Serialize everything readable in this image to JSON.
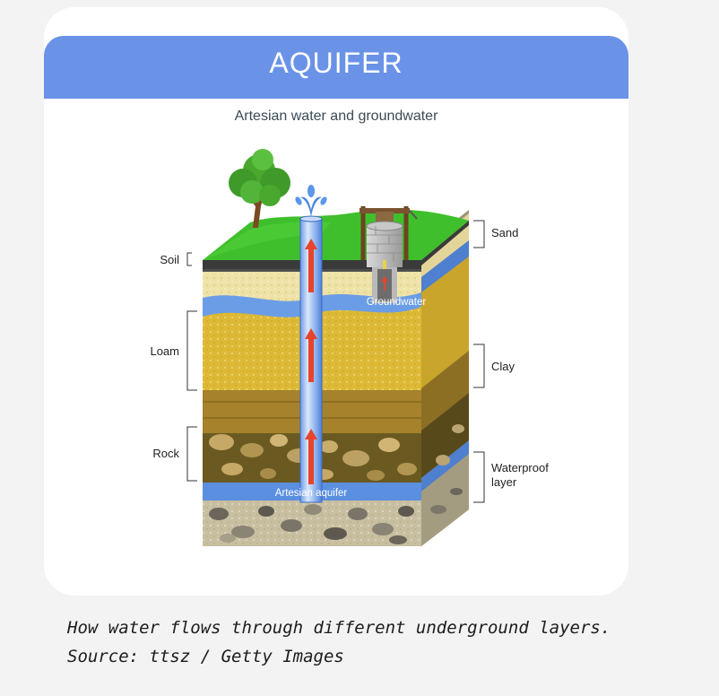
{
  "diagram": {
    "title": "AQUIFER",
    "subtitle": "Artesian water and groundwater",
    "labels": {
      "soil": "Soil",
      "loam": "Loam",
      "rock": "Rock",
      "sand": "Sand",
      "clay": "Clay",
      "waterproof_line1": "Waterproof",
      "waterproof_line2": "layer",
      "groundwater": "Groundwater",
      "artesian_aquifer": "Artesian aquifer"
    },
    "colors": {
      "banner": "#6a93e8",
      "grass": "#3fbf2c",
      "water": "#5b8fe0",
      "sand": "#efe2a6",
      "loam": "#ddb935",
      "clay": "#a8852a",
      "rock": "#6e5c22",
      "bedrock": "#c9c0a2",
      "arrow": "#e8442c"
    }
  },
  "caption": {
    "line1": "How water flows through different underground layers.",
    "line2": "Source: ttsz / Getty Images"
  }
}
